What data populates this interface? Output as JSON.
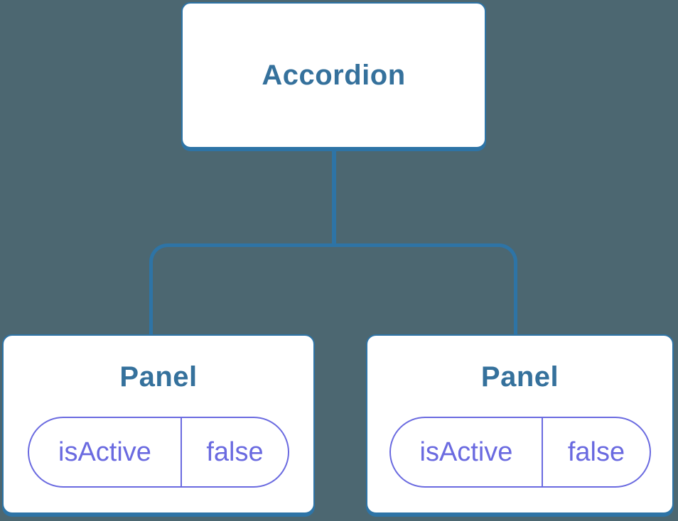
{
  "diagram": {
    "root": {
      "label": "Accordion"
    },
    "panels": [
      {
        "label": "Panel",
        "state_key": "isActive",
        "state_value": "false"
      },
      {
        "label": "Panel",
        "state_key": "isActive",
        "state_value": "false"
      }
    ]
  },
  "colors": {
    "background": "#4C6771",
    "node_fill": "#FFFFFF",
    "node_border_and_connector": "#2E74A6",
    "node_title_text": "#35719C",
    "state_pill": "#6A6AE0"
  }
}
